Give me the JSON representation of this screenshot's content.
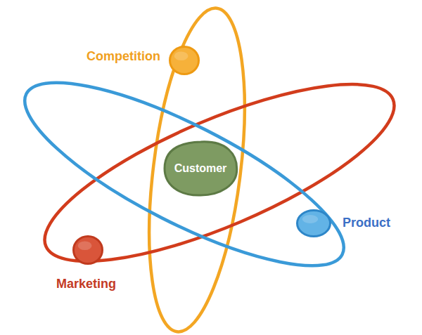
{
  "diagram": {
    "nodes": [
      {
        "text": [
          "Competition"
        ]
      },
      {
        "text": [
          "Customer"
        ]
      },
      {
        "text": [
          "Product"
        ]
      },
      {
        "text": [
          "Marketing"
        ]
      }
    ]
  }
}
